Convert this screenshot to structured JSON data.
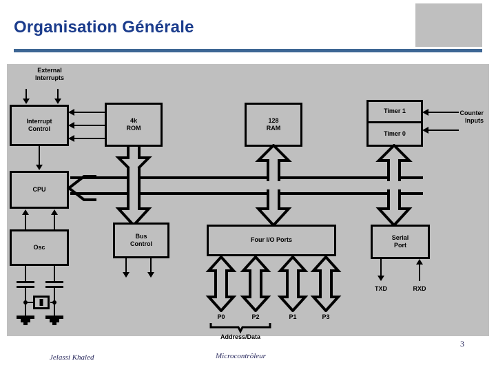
{
  "slide": {
    "title": "Organisation Générale",
    "page_number": "3",
    "accent_color": "#1b3c8c",
    "rule_color": "#3d6694",
    "panel_color": "#bfbfbf"
  },
  "diagram": {
    "name": "8051 microcontroller block diagram",
    "blocks": {
      "interrupt_control": "Interrupt\nControl",
      "rom": "4k\nROM",
      "ram": "128\nRAM",
      "timer1": "Timer 1",
      "timer0": "Timer 0",
      "cpu": "CPU",
      "osc": "Osc",
      "bus_control": "Bus\nControl",
      "io_ports": "Four I/O Ports",
      "serial_port": "Serial\nPort"
    },
    "labels": {
      "external_interrupts": "External\nInterrupts",
      "counter_inputs": "Counter\nInputs",
      "txd": "TXD",
      "rxd": "RXD",
      "p0": "P0",
      "p2": "P2",
      "p1": "P1",
      "p3": "P3",
      "address_data": "Address/Data"
    }
  },
  "footer": {
    "author": "Jelassi Khaled",
    "subject": "Microcontrôleur"
  }
}
